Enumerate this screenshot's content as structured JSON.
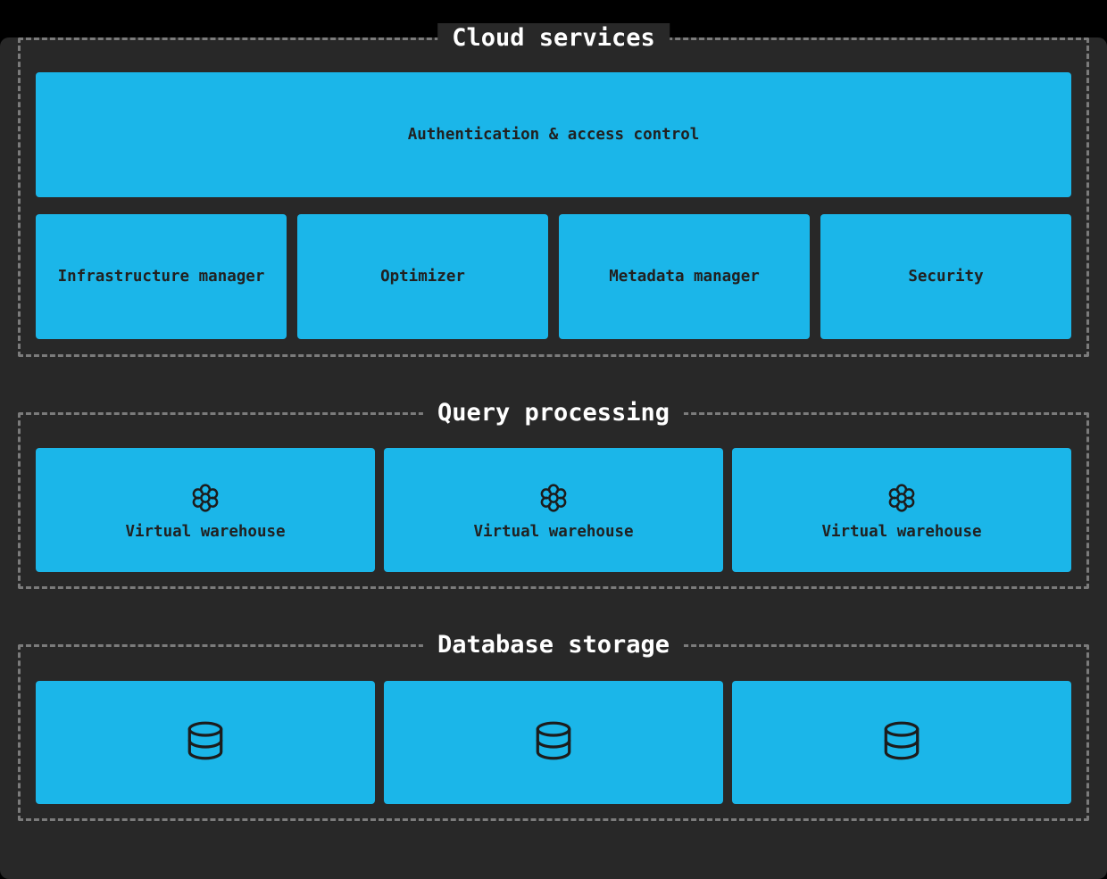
{
  "colors": {
    "page_background": "#282828",
    "box_fill": "#1bb6e9",
    "box_text": "#212121",
    "dashed_border": "#7b7b7b",
    "section_title_text": "#ffffff"
  },
  "sections": {
    "cloud_services": {
      "title": "Cloud services",
      "wide_box_label": "Authentication & access control",
      "boxes": [
        {
          "label": "Infrastructure manager"
        },
        {
          "label": "Optimizer"
        },
        {
          "label": "Metadata manager"
        },
        {
          "label": "Security"
        }
      ]
    },
    "query_processing": {
      "title": "Query processing",
      "warehouses": [
        {
          "icon": "gear-icon",
          "label": "Virtual warehouse"
        },
        {
          "icon": "gear-icon",
          "label": "Virtual warehouse"
        },
        {
          "icon": "gear-icon",
          "label": "Virtual warehouse"
        }
      ]
    },
    "database_storage": {
      "title": "Database storage",
      "databases": [
        {
          "icon": "database-icon"
        },
        {
          "icon": "database-icon"
        },
        {
          "icon": "database-icon"
        }
      ]
    }
  }
}
